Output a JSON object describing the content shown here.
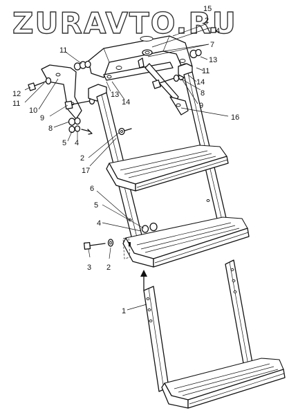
{
  "logo": {
    "text": "ZURAVTO.RU"
  },
  "corner_mark": "",
  "callouts": [
    {
      "id": "15-top",
      "label": "15"
    },
    {
      "id": "2-top",
      "label": "2"
    },
    {
      "id": "4-top",
      "label": "4"
    },
    {
      "id": "7",
      "label": "7"
    },
    {
      "id": "11-upper-left",
      "label": "11"
    },
    {
      "id": "13-right",
      "label": "13"
    },
    {
      "id": "11-right",
      "label": "11"
    },
    {
      "id": "13-mid",
      "label": "13"
    },
    {
      "id": "14-right",
      "label": "14"
    },
    {
      "id": "12",
      "label": "12"
    },
    {
      "id": "11-left",
      "label": "11"
    },
    {
      "id": "14-mid",
      "label": "14"
    },
    {
      "id": "8-right",
      "label": "8"
    },
    {
      "id": "10",
      "label": "10"
    },
    {
      "id": "9-right",
      "label": "9"
    },
    {
      "id": "9-left",
      "label": "9"
    },
    {
      "id": "16",
      "label": "16"
    },
    {
      "id": "8-left",
      "label": "8"
    },
    {
      "id": "5-upper",
      "label": "5"
    },
    {
      "id": "4-upper",
      "label": "4"
    },
    {
      "id": "2-mid",
      "label": "2"
    },
    {
      "id": "17",
      "label": "17"
    },
    {
      "id": "6",
      "label": "6"
    },
    {
      "id": "5-lower",
      "label": "5"
    },
    {
      "id": "4-lower",
      "label": "4"
    },
    {
      "id": "3",
      "label": "3"
    },
    {
      "id": "2-bottom",
      "label": "2"
    },
    {
      "id": "1",
      "label": "1"
    }
  ]
}
